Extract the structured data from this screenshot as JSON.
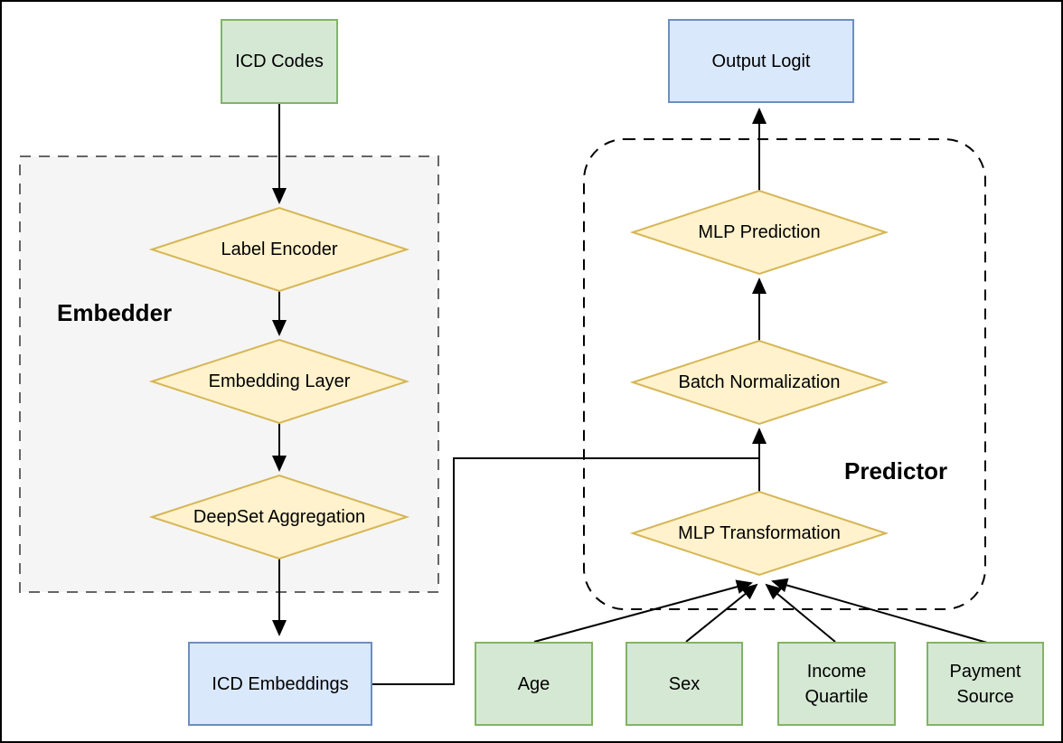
{
  "colors": {
    "green-fill": "#d5e8d4",
    "green-stroke": "#82b366",
    "blue-fill": "#dae8fc",
    "blue-stroke": "#6c8ebf",
    "yellow-fill": "#fff2cc",
    "yellow-stroke": "#d6b656",
    "region-fill": "#f5f5f5",
    "region-stroke": "#666666",
    "line-color": "#000000"
  },
  "sections": {
    "embedder": {
      "label": "Embedder"
    },
    "predictor": {
      "label": "Predictor"
    }
  },
  "nodes": {
    "icd_codes": {
      "label": "ICD Codes"
    },
    "label_encoder": {
      "label": "Label Encoder"
    },
    "embedding_layer": {
      "label": "Embedding Layer"
    },
    "deepset_aggregation": {
      "label": "DeepSet Aggregation"
    },
    "icd_embeddings": {
      "label": "ICD Embeddings"
    },
    "output_logit": {
      "label": "Output Logit"
    },
    "mlp_prediction": {
      "label": "MLP Prediction"
    },
    "batch_normalization": {
      "label": "Batch Normalization"
    },
    "mlp_transformation": {
      "label": "MLP Transformation"
    },
    "age": {
      "label": "Age"
    },
    "sex": {
      "label": "Sex"
    },
    "income_quartile": {
      "label": "Income Quartile",
      "lines": [
        "Income",
        "Quartile"
      ]
    },
    "payment_source": {
      "label": "Payment Source",
      "lines": [
        "Payment",
        "Source"
      ]
    }
  }
}
